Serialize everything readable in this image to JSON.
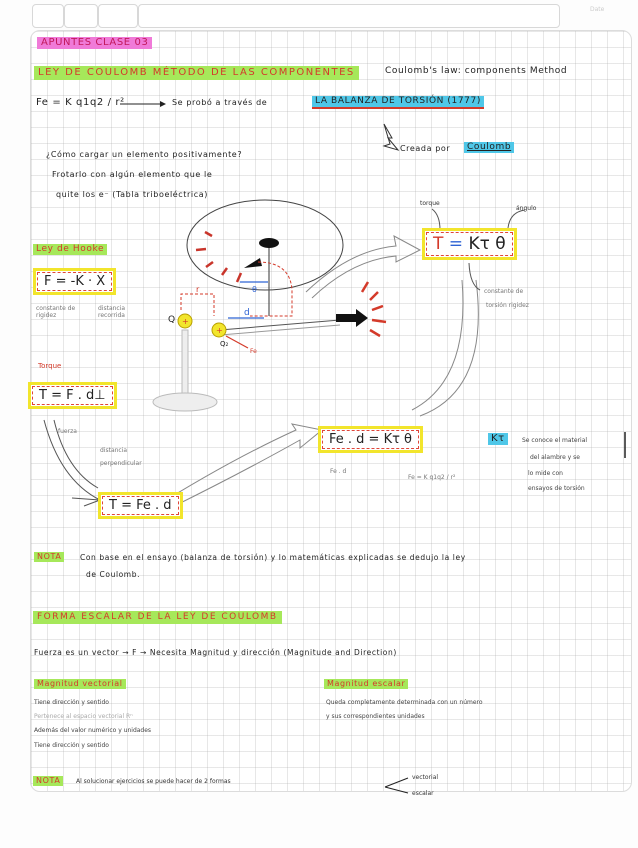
{
  "header": {
    "boxes": [
      "",
      "",
      ""
    ],
    "corner_label": "Date"
  },
  "title": "APUNTES CLASE 03",
  "section1": {
    "heading": "LEY DE COULOMB MÉTODO DE LAS COMPONENTES",
    "heading_en": "Coulomb's law: components Method",
    "formula": "Fe = K q1q2 / r²",
    "formula_arrow_text": "Se probó a través de",
    "highlight_text": "LA BALANZA DE TORSIÓN (1777)",
    "creator_label": "Creada por",
    "creator_name": "Coulomb"
  },
  "question": {
    "q": "¿Cómo cargar un elemento positivamente?",
    "a_line1": "Frotarlo con algún elemento que le",
    "a_line2": "quite los e⁻ (Tabla triboeléctrica)"
  },
  "hooke": {
    "heading": "Ley de Hooke",
    "formula_F": "F",
    "formula_rest": "= -K · X",
    "note_left": "constante de rigidez",
    "note_right": "distancia recorrida"
  },
  "torsion": {
    "label_torque": "torque",
    "label_angle": "ángulo",
    "formula_tau": "T",
    "formula_eq": "=",
    "formula_rest": "Kτ θ",
    "note_line1": "constante de",
    "note_line2": "torsión rigidez"
  },
  "torque": {
    "label": "Torque",
    "formula": "T = F . d⊥",
    "note_force": "fuerza",
    "note_dist1": "distancia",
    "note_dist2": "perpendicular",
    "formula2": "T = Fe . d"
  },
  "diagram": {
    "q1": "Q",
    "q2": "Q₂",
    "r_label": "r",
    "d_label": "d",
    "theta": "θ",
    "fe": "Fe"
  },
  "equality": {
    "formula": "Fe . d = Kτ θ",
    "sub_left": "Fe . d",
    "sub_right": "Fe = K q1q2 / r²"
  },
  "k_note": {
    "symbol": "Kτ",
    "line1": "Se conoce el material",
    "line2": "del alambre y se",
    "line3": "lo mide con",
    "line4": "ensayos de torsión"
  },
  "note1": {
    "label": "NOTA",
    "text_line1": "Con base en el ensayo (balanza de torsión) y lo matemáticas explicadas se dedujo la ley",
    "text_line2": "de Coulomb."
  },
  "section2": {
    "heading": "FORMA ESCALAR DE LA LEY DE COULOMB",
    "vector_line": "Fuerza es un vector → F  → Necesita Magnitud y dirección (Magnitude and Direction)",
    "vector_heading": "Magnitud vectorial",
    "vector_items": [
      "Tiene dirección y sentido",
      "Pertenece al espacio vectorial Rⁿ",
      "Además del valor numérico y unidades",
      "Tiene dirección y sentido"
    ],
    "scalar_heading": "Magnitud escalar",
    "scalar_items": [
      "Queda completamente determinada con un número",
      "y sus correspondientes unidades"
    ]
  },
  "note2": {
    "label": "NOTA",
    "text": "Al solucionar ejercicios se puede hacer de 2 formas",
    "option1": "vectorial",
    "option2": "escalar"
  }
}
